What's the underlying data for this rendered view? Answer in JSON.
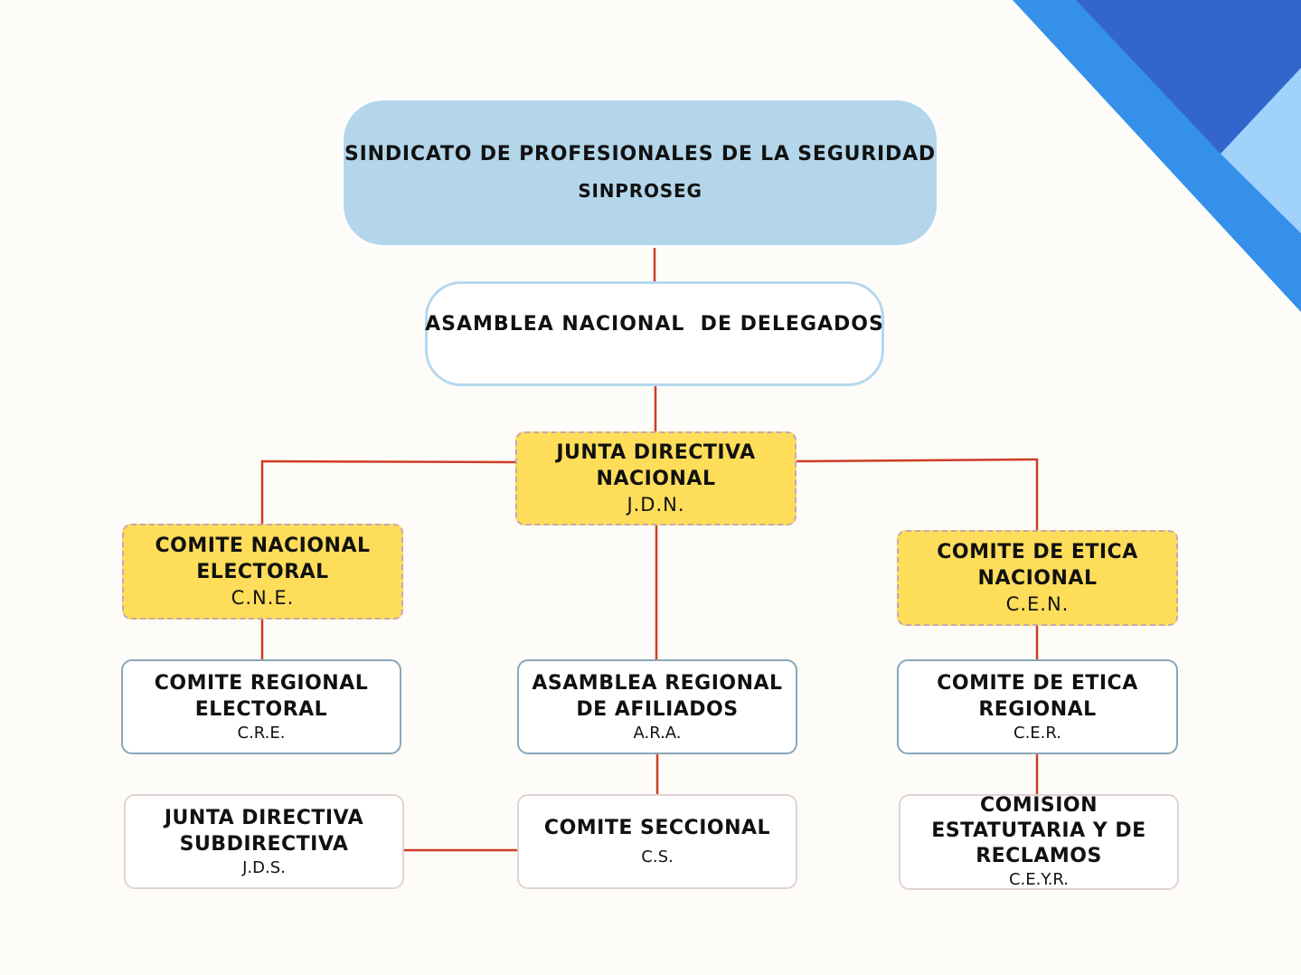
{
  "colors": {
    "background": "#fdfcf8",
    "connector": "#cf3d25",
    "root_fill": "#b3d6ea",
    "assembly_border": "#b6d7ef",
    "highlight_fill": "#fedd5a",
    "highlight_border": "#c4a8b3",
    "steel_border": "#8aa6b8",
    "pink_border": "#e2d2d2",
    "corner_blue_dark": "#3366cc",
    "corner_blue_mid": "#3590ea",
    "corner_blue_light": "#a0d2fb"
  },
  "org": {
    "root": {
      "title": "SINDICATO DE PROFESIONALES DE LA SEGURIDAD",
      "subtitle": "SINPROSEG"
    },
    "assembly": {
      "title": "ASAMBLEA NACIONAL  DE DELEGADOS"
    },
    "jdn": {
      "line1": "JUNTA DIRECTIVA",
      "line2": "NACIONAL",
      "abbr": "J.D.N."
    },
    "cne": {
      "line1": "COMITE NACIONAL",
      "line2": "ELECTORAL",
      "abbr": "C.N.E."
    },
    "cen": {
      "line1": "COMITE DE ETICA",
      "line2": "NACIONAL",
      "abbr": "C.E.N."
    },
    "cre": {
      "line1": "COMITE REGIONAL",
      "line2": "ELECTORAL",
      "abbr": "C.R.E."
    },
    "ara": {
      "line1": "ASAMBLEA REGIONAL",
      "line2": "DE AFILIADOS",
      "abbr": "A.R.A."
    },
    "cer": {
      "line1": "COMITE DE ETICA",
      "line2": "REGIONAL",
      "abbr": "C.E.R."
    },
    "jds": {
      "line1": "JUNTA DIRECTIVA",
      "line2": "SUBDIRECTIVA",
      "abbr": "J.D.S."
    },
    "cs": {
      "line1": "COMITE SECCIONAL",
      "abbr": "C.S."
    },
    "ceyr": {
      "line1": "COMISION",
      "line2": "ESTATUTARIA Y DE",
      "line3": "RECLAMOS",
      "abbr": "C.E.Y.R."
    }
  }
}
